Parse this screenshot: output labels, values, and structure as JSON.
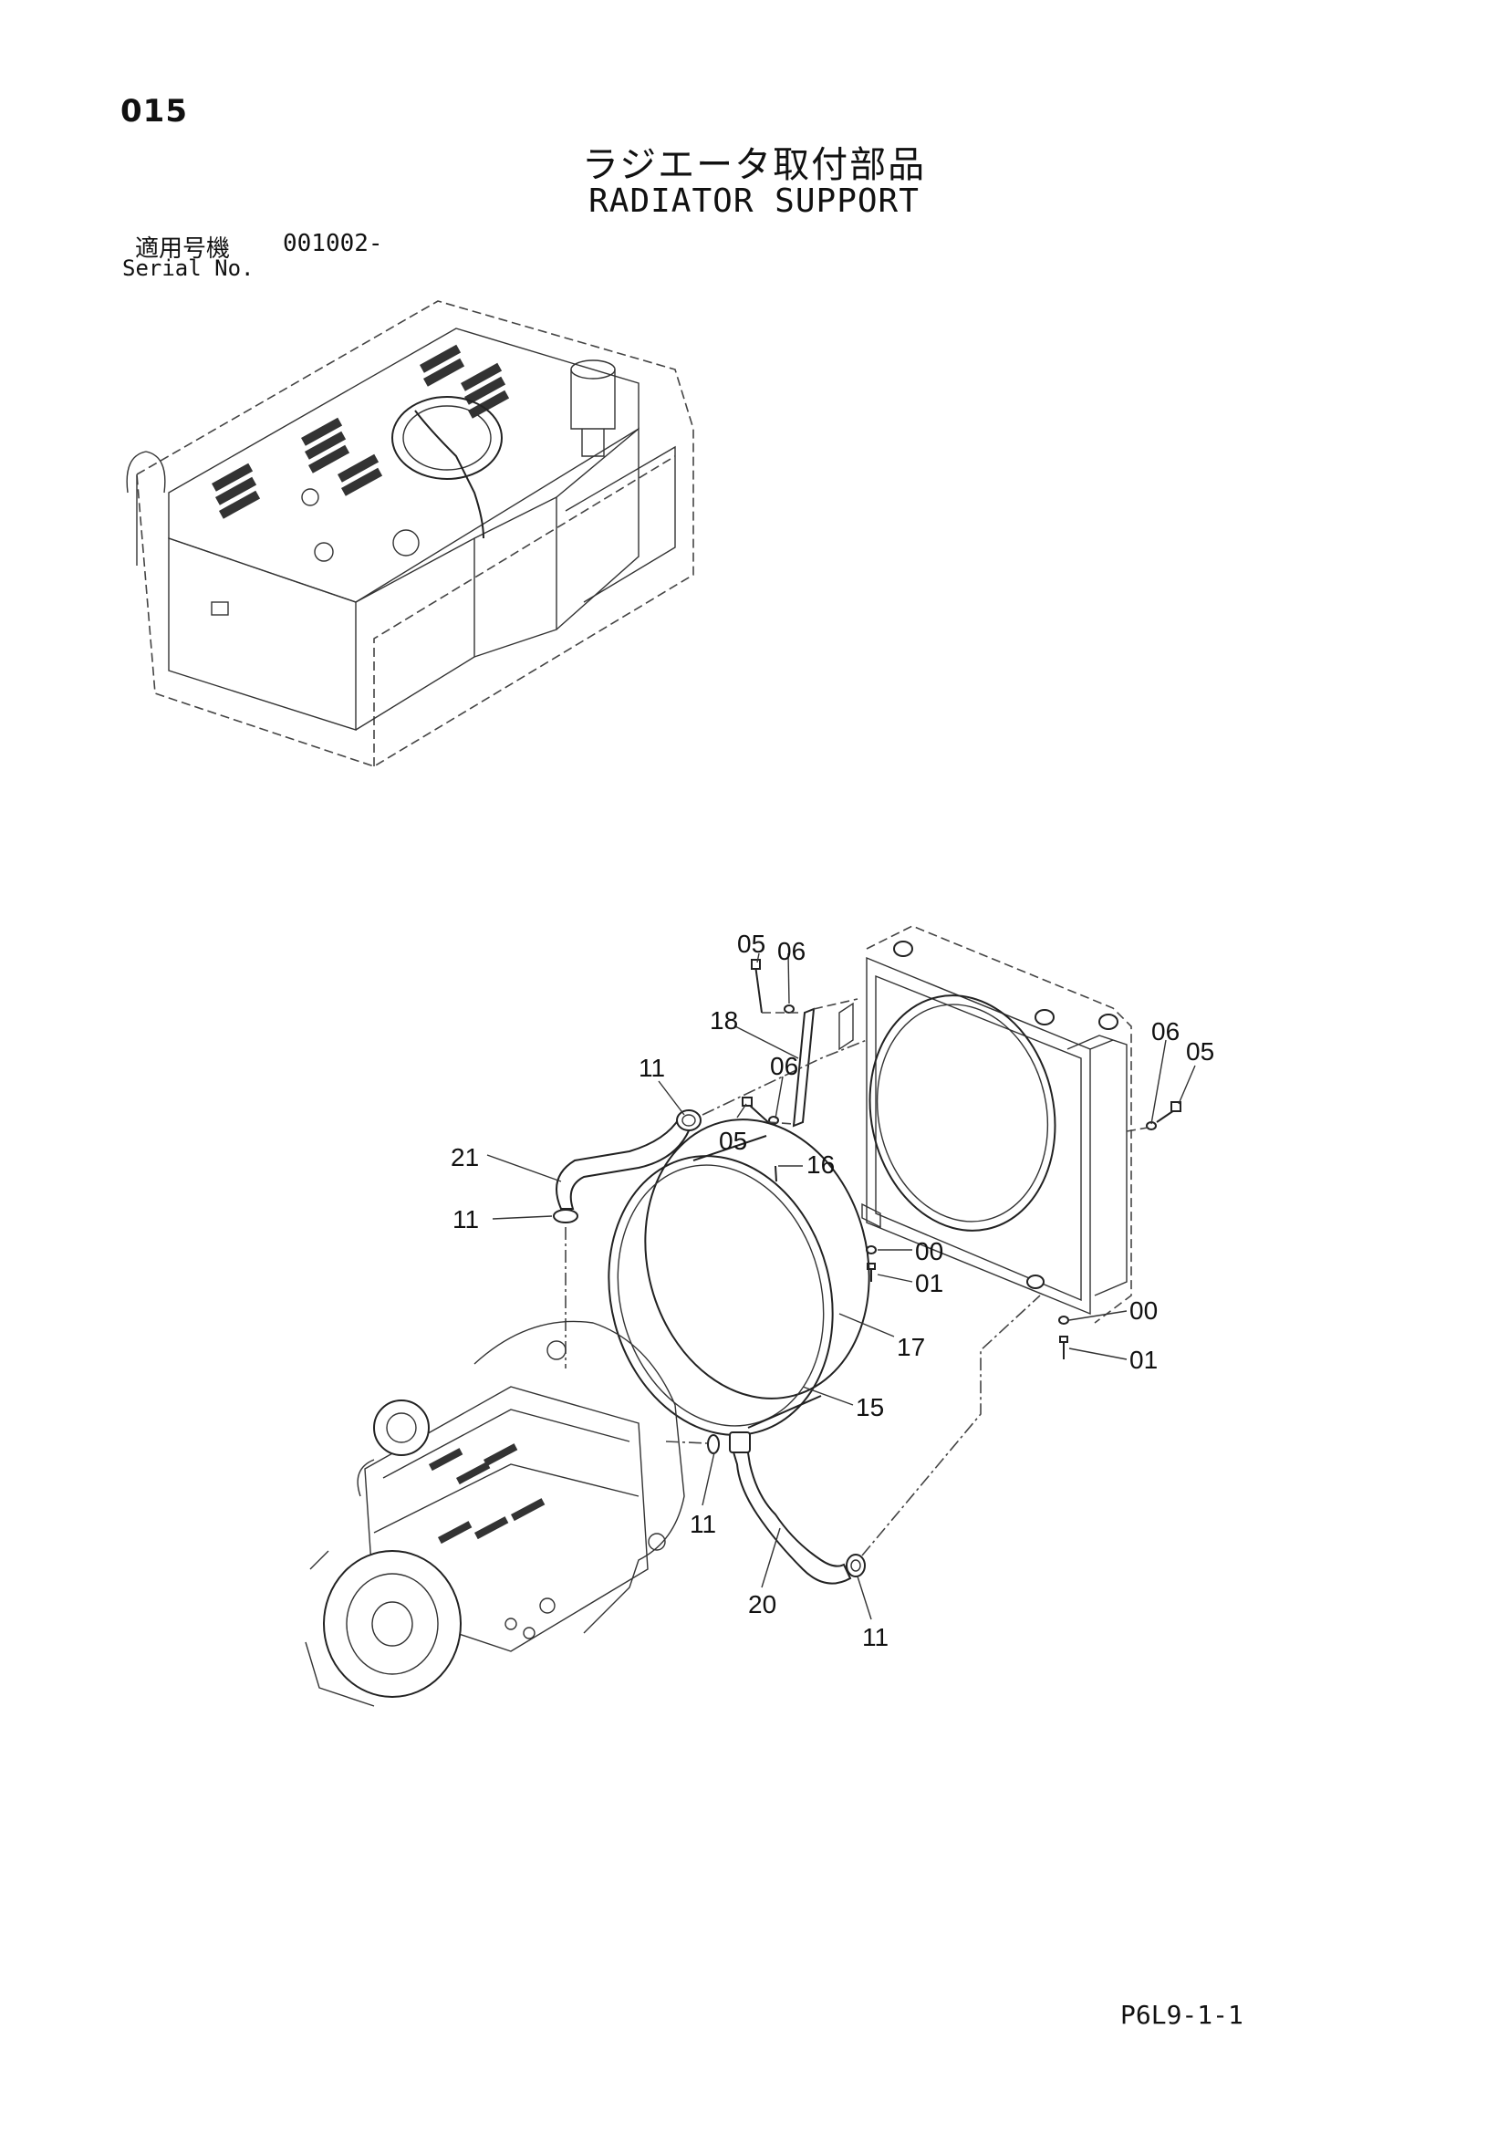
{
  "header": {
    "page_number": "015",
    "title_jp": "ラジエータ取付部品",
    "title_en": "RADIATOR SUPPORT",
    "serial_label_jp": "適用号機",
    "serial_value": "001002-",
    "serial_label_en": "Serial No."
  },
  "callouts": [
    "05",
    "06",
    "18",
    "11",
    "06",
    "05",
    "21",
    "16",
    "11",
    "06",
    "05",
    "00",
    "01",
    "00",
    "01",
    "17",
    "15",
    "11",
    "20",
    "11"
  ],
  "footer": {
    "drawing_code": "P6L9-1-1"
  }
}
